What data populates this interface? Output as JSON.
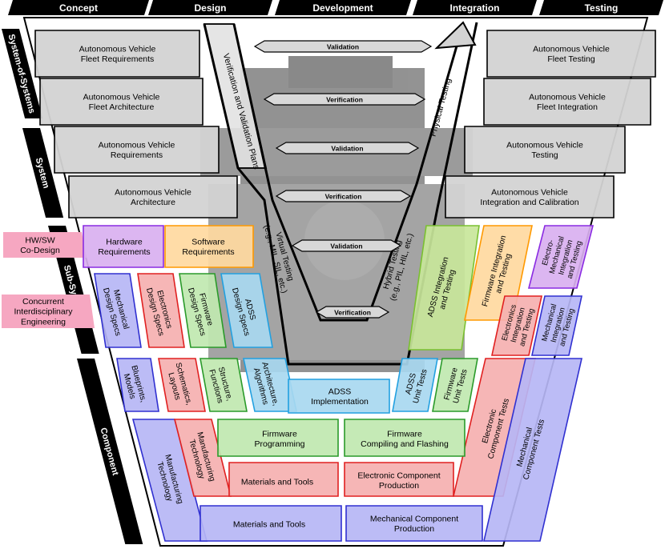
{
  "phases": [
    "Concept",
    "Design",
    "Development",
    "Integration",
    "Testing"
  ],
  "levels": [
    "System-of-Systems",
    "System",
    "Sub-System",
    "Component"
  ],
  "side_notes": [
    {
      "lines": [
        "HW/SW",
        "Co-Design"
      ]
    },
    {
      "lines": [
        "Concurrent",
        "Interdisciplinary",
        "Engineering"
      ]
    }
  ],
  "left_boxes": [
    {
      "lines": [
        "Autonomous Vehicle",
        "Fleet Requirements"
      ]
    },
    {
      "lines": [
        "Autonomous Vehicle",
        "Fleet Architecture"
      ]
    },
    {
      "lines": [
        "Autonomous Vehicle",
        "Requirements"
      ]
    },
    {
      "lines": [
        "Autonomous Vehicle",
        "Architecture"
      ]
    }
  ],
  "right_boxes": [
    {
      "lines": [
        "Autonomous Vehicle",
        "Fleet Testing"
      ]
    },
    {
      "lines": [
        "Autonomous Vehicle",
        "Fleet Integration"
      ]
    },
    {
      "lines": [
        "Autonomous Vehicle",
        "Testing"
      ]
    },
    {
      "lines": [
        "Autonomous Vehicle",
        "Integration and Calibration"
      ]
    }
  ],
  "arrows": [
    "Validation",
    "Verification",
    "Validation",
    "Verification",
    "Validation",
    "Verification"
  ],
  "band_labels": {
    "vv_plans": "Verification and Validation Plans",
    "physical": "Physical Testing",
    "virtual": [
      "Virtual Testing",
      "(e.g., MIL, SIL, etc.)"
    ],
    "hybrid": [
      "Hybrid Testing",
      "(e.g., PIL, HIL, etc.)"
    ]
  },
  "subsystem": {
    "hardware_req": [
      "Hardware",
      "Requirements"
    ],
    "software_req": [
      "Software",
      "Requirements"
    ],
    "mech_design": [
      "Mechanical",
      "Design Specs"
    ],
    "elec_design": [
      "Electronics",
      "Design Specs"
    ],
    "fw_design": [
      "Firmware",
      "Design Specs"
    ],
    "adss_design": [
      "ADSS",
      "Design Specs"
    ],
    "adss_integ": [
      "ADSS Integration",
      "and Testing"
    ],
    "fw_integ": [
      "Firmware Integration",
      "and Testing"
    ],
    "em_integ": [
      "Electro-",
      "Mechanical",
      "Integration",
      "and Testing"
    ],
    "elec_integ": [
      "Electronics",
      "Integration",
      "and Testing"
    ],
    "mech_integ": [
      "Mechanical",
      "Integration",
      "and Testing"
    ]
  },
  "component": {
    "blueprints": [
      "Blueprints,",
      "Models"
    ],
    "schematics": [
      "Schematics,",
      "Layouts"
    ],
    "structure": [
      "Structure,",
      "Functions"
    ],
    "architecture": [
      "Architecture,",
      "Algorithms"
    ],
    "adss_impl": [
      "ADSS",
      "Implementation"
    ],
    "adss_unit": [
      "ADSS",
      "Unit Tests"
    ],
    "fw_unit": [
      "Firmware",
      "Unit Tests"
    ],
    "elec_comp_tests": [
      "Electronic",
      "Component Tests"
    ],
    "mech_comp_tests": [
      "Mechanical",
      "Component Tests"
    ],
    "mfg_tech_blue": [
      "Manufacturing",
      "Technology"
    ],
    "mfg_tech_red": [
      "Manufacturing",
      "Technology"
    ],
    "fw_programming": [
      "Firmware",
      "Programming"
    ],
    "fw_compiling": [
      "Firmware",
      "Compiling and Flashing"
    ],
    "materials_red": [
      "Materials and Tools"
    ],
    "elec_comp_prod": [
      "Electronic Component",
      "Production"
    ],
    "materials_blue": [
      "Materials and Tools"
    ],
    "mech_comp_prod": [
      "Mechanical Component",
      "Production"
    ]
  },
  "colors": {
    "purple": "#d9b0f0",
    "purple_stroke": "#8a2be2",
    "orange": "#ffd9a0",
    "orange_stroke": "#ff9900",
    "blue": "#b6b6f5",
    "blue_stroke": "#3030d0",
    "red": "#f5b0b0",
    "red_stroke": "#e02020",
    "green": "#c0e8b0",
    "green_stroke": "#2a9a2a",
    "cyan": "#a8d8f0",
    "cyan_stroke": "#22a0e0",
    "lime": "#c8e69a",
    "lime_stroke": "#7ac030",
    "pink": "#f6a7c1"
  }
}
